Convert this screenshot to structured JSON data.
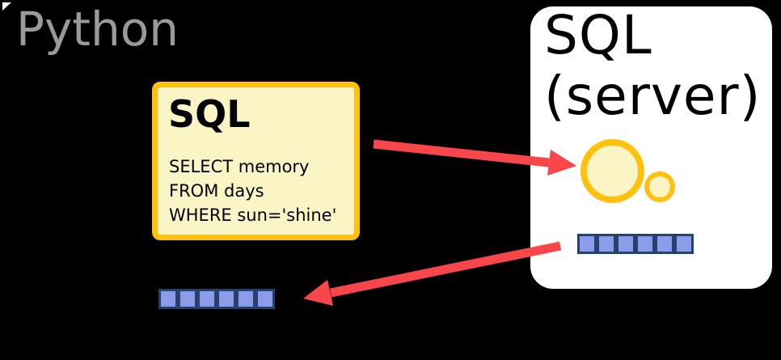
{
  "colors": {
    "background": "#000000",
    "corner_mark": "#FFFFFF",
    "python_label": "#9A9A9A",
    "accent_yellow": "#FFC10E",
    "pale_yellow": "#FBF5C6",
    "server_bg": "#FFFFFF",
    "text": "#000000",
    "arrow_red": "#F9464A",
    "block_fill": "#8C9CEB",
    "block_border": "#24426E"
  },
  "python": {
    "label": "Python",
    "memory_blocks": 6
  },
  "query_box": {
    "title": "SQL",
    "code_lines": {
      "line1": "SELECT memory",
      "line2": "FROM days",
      "line3": "WHERE sun='shine'"
    }
  },
  "server": {
    "title_line1": "SQL",
    "title_line2": "(server)",
    "memory_blocks": 6
  }
}
